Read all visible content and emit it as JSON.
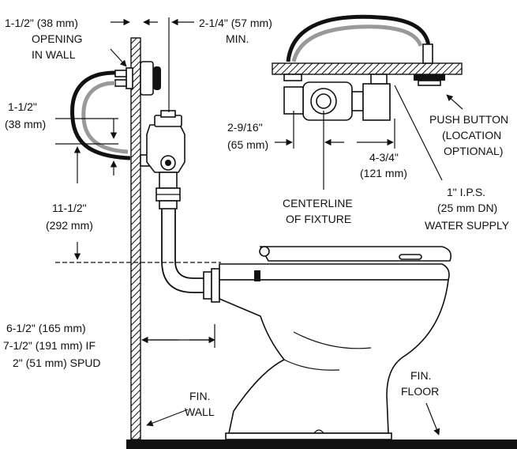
{
  "labels": {
    "wall_opening_dim": "1-1/2\" (38 mm)",
    "opening": "OPENING",
    "in_wall": "IN WALL",
    "offset_min_dim": "2-1/4\" (57 mm)",
    "min": "MIN.",
    "stop_height_dim": "1-1/2\"",
    "stop_height_mm": "(38 mm)",
    "spud_height_dim": "11-1/2\"",
    "spud_height_mm": "(292 mm)",
    "left_offset_dim": "2-9/16\"",
    "left_offset_mm": "(65 mm)",
    "right_offset_dim": "4-3/4\"",
    "right_offset_mm": "(121 mm)",
    "centerline_1": "CENTERLINE",
    "centerline_2": "OF FIXTURE",
    "push_button_1": "PUSH BUTTON",
    "push_button_2": "(LOCATION",
    "push_button_3": "OPTIONAL)",
    "supply_1": "1\" I.P.S.",
    "supply_2": "(25 mm DN)",
    "supply_3": "WATER SUPPLY",
    "spud_depth_1": "6-1/2\" (165 mm)",
    "spud_depth_2": "7-1/2\" (191 mm) IF",
    "spud_depth_3": "2\" (51 mm) SPUD",
    "fin_wall_1": "FIN.",
    "fin_wall_2": "WALL",
    "fin_floor_1": "FIN.",
    "fin_floor_2": "FLOOR"
  }
}
